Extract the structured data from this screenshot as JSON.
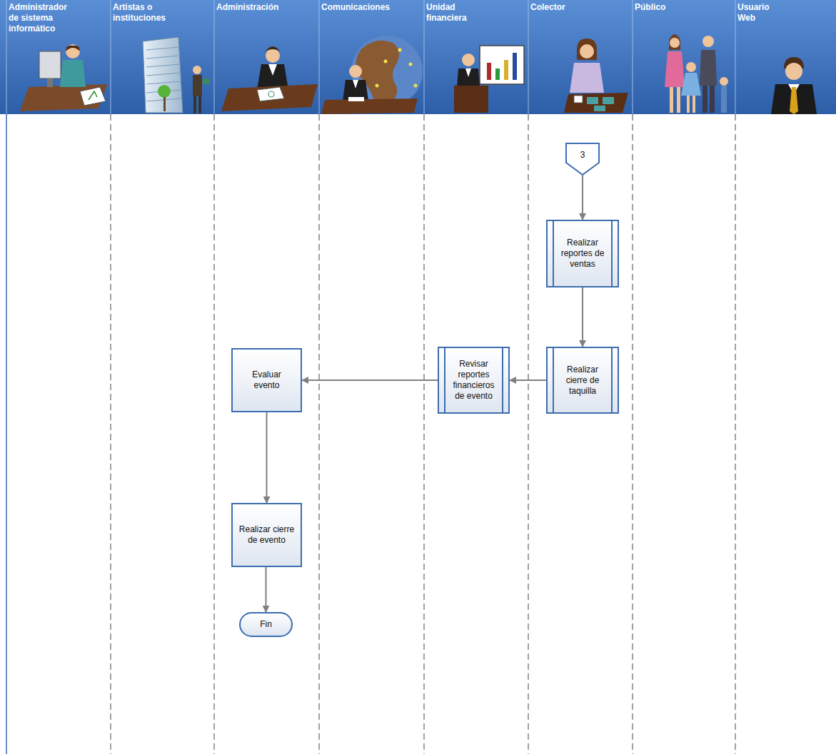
{
  "diagram": {
    "nodes": [
      {
        "text": [
          "Administrador de sistema informático"
        ]
      },
      {
        "text": [
          "Artistas o instituciones"
        ]
      },
      {
        "text": [
          "Administración"
        ]
      },
      {
        "text": [
          "Comunicaciones"
        ]
      },
      {
        "text": [
          "Unidad financiera"
        ]
      },
      {
        "text": [
          "Colector"
        ]
      },
      {
        "text": [
          "Público"
        ]
      },
      {
        "text": [
          "Usuario Web"
        ]
      },
      {
        "text": [
          "3"
        ],
        "in": 5
      },
      {
        "text": [
          "Realizar reportes de ventas"
        ],
        "in": 5
      },
      {
        "text": [
          "Realizar cierre de taquilla"
        ],
        "in": 5
      },
      {
        "text": [
          "Revisar reportes financieros de evento"
        ],
        "in": 4
      },
      {
        "text": [
          "Evaluar evento"
        ],
        "in": 2
      },
      {
        "text": [
          "Realizar cierre de evento"
        ],
        "in": 2
      },
      {
        "text": [
          "Fin"
        ],
        "in": 2
      }
    ],
    "edges": [
      {
        "from": 8,
        "to": 9,
        "arrow": "to"
      },
      {
        "from": 9,
        "to": 10,
        "arrow": "to"
      },
      {
        "from": 10,
        "to": 11,
        "arrow": "to"
      },
      {
        "from": 11,
        "to": 12,
        "arrow": "to"
      },
      {
        "from": 12,
        "to": 13,
        "arrow": "to"
      },
      {
        "from": 13,
        "to": 14,
        "arrow": "to"
      }
    ]
  }
}
